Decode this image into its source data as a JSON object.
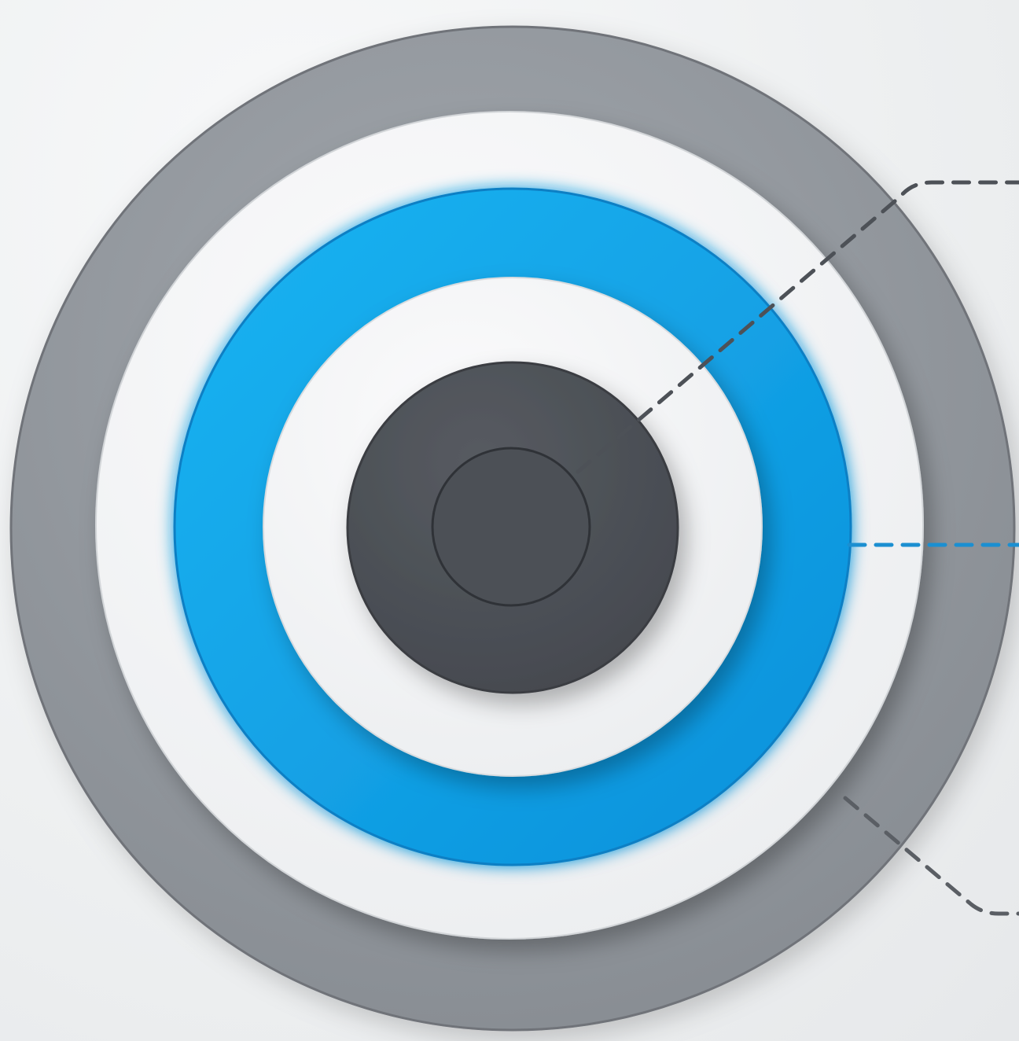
{
  "diagram": {
    "type": "concentric-layers",
    "layers": [
      {
        "name": "outer-ring",
        "color": "#8f949a"
      },
      {
        "name": "white-band-outer",
        "color": "#f4f5f6"
      },
      {
        "name": "blue-ring",
        "color": "#0ea5e9",
        "glow": true
      },
      {
        "name": "white-band-inner",
        "color": "#f4f5f6"
      },
      {
        "name": "dark-disc",
        "color": "#4d5157"
      },
      {
        "name": "center-core",
        "color": "#4b4f55"
      }
    ],
    "callouts": [
      {
        "name": "callout-core",
        "color": "#4d5157",
        "style": "dashed"
      },
      {
        "name": "callout-blue-ring",
        "color": "#1b8fd1",
        "style": "dashed"
      },
      {
        "name": "callout-outer-band",
        "color": "#5a5e64",
        "style": "dashed"
      }
    ]
  }
}
